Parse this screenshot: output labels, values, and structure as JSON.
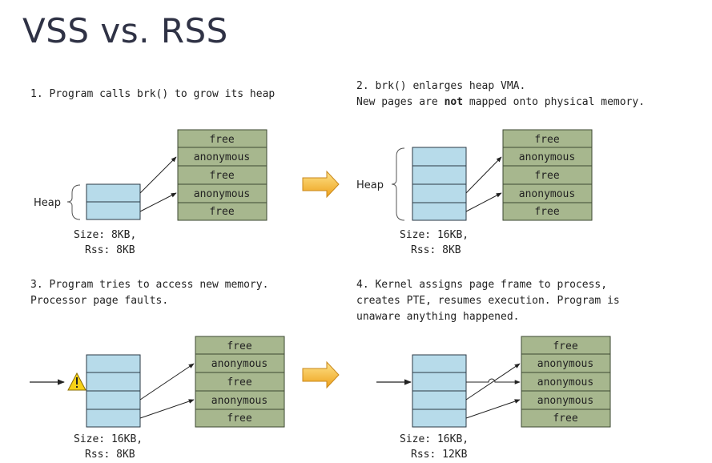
{
  "title": "VSS vs. RSS",
  "steps": {
    "s1": {
      "line1": "1. Program calls brk() to grow its heap"
    },
    "s2": {
      "line1": "2. brk() enlarges heap VMA.",
      "line2a": "New pages are ",
      "line2b": "not",
      "line2c": " mapped onto physical memory."
    },
    "s3": {
      "line1": "3. Program tries to access new memory.",
      "line2": "Processor page faults."
    },
    "s4": {
      "line1": "4. Kernel assigns page frame to process,",
      "line2": "creates PTE, resumes execution. Program is",
      "line3": "unaware anything happened."
    }
  },
  "heap_label": "Heap",
  "physical": {
    "top": [
      "free",
      "anonymous",
      "free",
      "anonymous",
      "free"
    ],
    "bottom_left": [
      "free",
      "anonymous",
      "free",
      "anonymous",
      "free"
    ],
    "bottom_right": [
      "free",
      "anonymous",
      "anonymous",
      "anonymous",
      "free"
    ]
  },
  "sizes": {
    "p1": {
      "size": "Size: 8KB,",
      "rss": "Rss: 8KB"
    },
    "p2": {
      "size": "Size: 16KB,",
      "rss": "Rss: 8KB"
    },
    "p3": {
      "size": "Size: 16KB,",
      "rss": "Rss: 8KB"
    },
    "p4": {
      "size": "Size: 16KB,",
      "rss": "Rss: 12KB"
    }
  },
  "colors": {
    "title": "#2f3245",
    "virtual_fill": "#b7dbea",
    "virtual_stroke": "#2b3a44",
    "physical_fill": "#a7b78e",
    "physical_stroke": "#3e4a33",
    "arrow_orange": "#f3b021",
    "warning": "#f7d117"
  },
  "icons": [
    "right-arrow-icon",
    "warning-icon"
  ]
}
